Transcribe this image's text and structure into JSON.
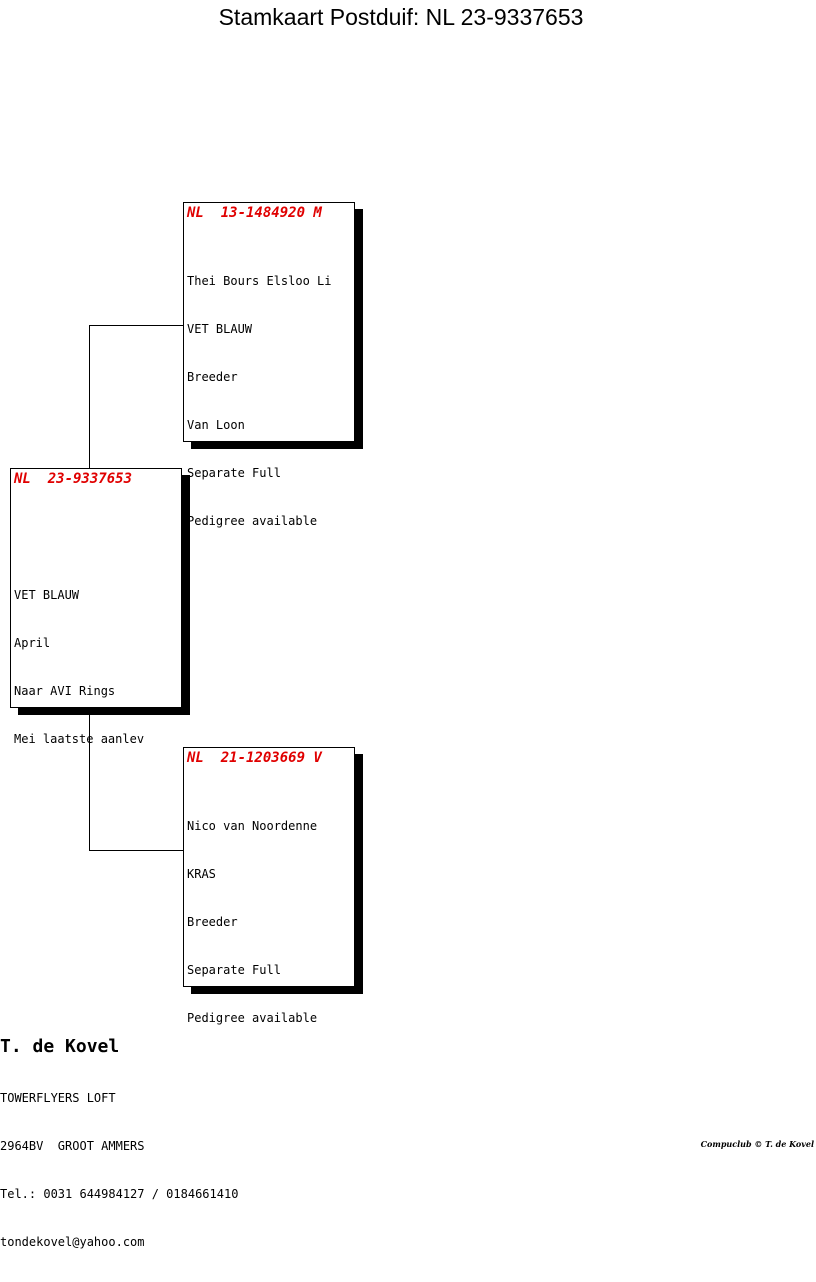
{
  "page": {
    "title": "Stamkaart Postduif: NL  23-9337653"
  },
  "pigeon": {
    "ring": "NL  23-9337653",
    "lines": [
      "",
      "VET BLAUW",
      "April",
      "Naar AVI Rings",
      "Mei laatste aanlev"
    ]
  },
  "father": {
    "ring": "NL  13-1484920 M",
    "lines": [
      "Thei Bours Elsloo Li",
      "VET BLAUW",
      "Breeder",
      "Van Loon",
      "Separate Full",
      "Pedigree available"
    ]
  },
  "mother": {
    "ring": "NL  21-1203669 V",
    "lines": [
      "Nico van Noordenne",
      "KRAS",
      "Breeder",
      "Separate Full",
      "Pedigree available"
    ]
  },
  "owner": {
    "name": "T. de Kovel",
    "lines": [
      "TOWERFLYERS LOFT",
      "2964BV  GROOT AMMERS",
      "Tel.: 0031 644984127 / 0184661410",
      "tondekovel@yahoo.com"
    ]
  },
  "footer": {
    "copyright": "Compuclub © T. de Kovel"
  },
  "colors": {
    "ring_text": "#e00000",
    "border": "#000000",
    "shadow": "#000000"
  }
}
